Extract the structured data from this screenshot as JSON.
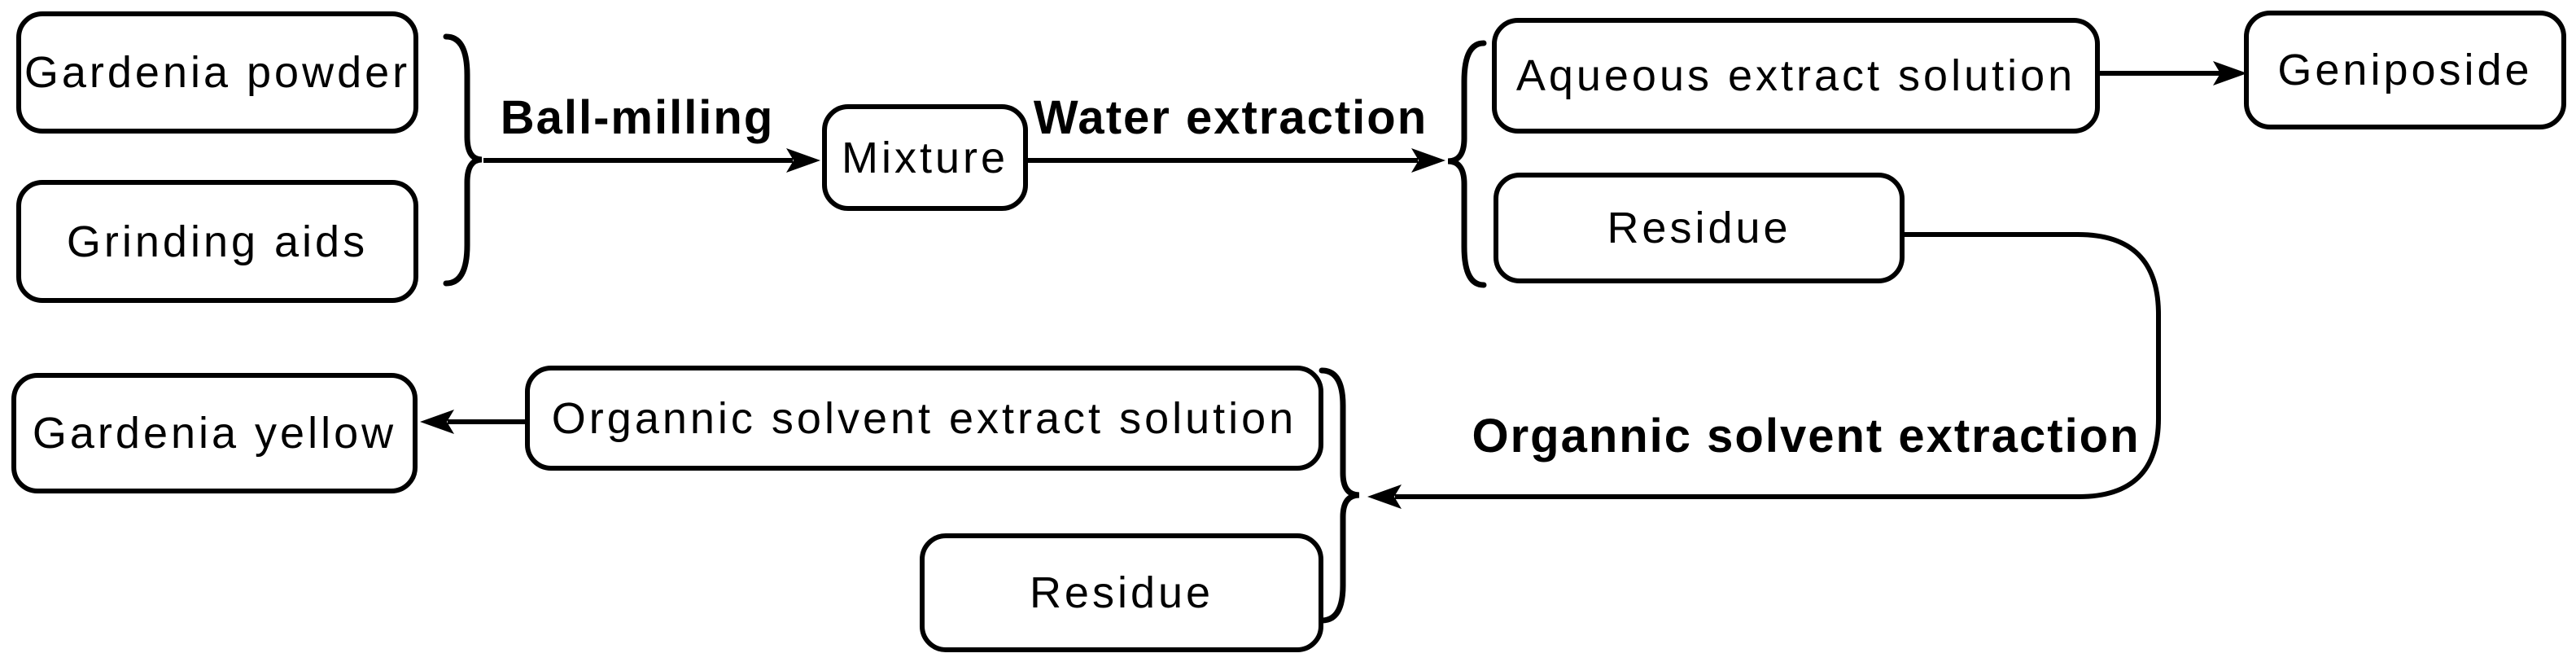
{
  "colors": {
    "ink": "#000000",
    "background": "#ffffff"
  },
  "nodes": {
    "gardenia_powder": {
      "label": "Gardenia powder"
    },
    "grinding_aids": {
      "label": "Grinding aids"
    },
    "mixture": {
      "label": "Mixture"
    },
    "aqueous_extract": {
      "label": "Aqueous extract solution"
    },
    "residue_1": {
      "label": "Residue"
    },
    "geniposide": {
      "label": "Geniposide"
    },
    "organnic_extract": {
      "label": "Organnic solvent extract solution"
    },
    "residue_2": {
      "label": "Residue"
    },
    "gardenia_yellow": {
      "label": "Gardenia yellow"
    }
  },
  "process_labels": {
    "ball_milling": "Ball-milling",
    "water_extraction": "Water extraction",
    "organic_extraction": "Organnic solvent extraction"
  },
  "edges": [
    {
      "from": [
        "gardenia_powder",
        "grinding_aids"
      ],
      "label": "Ball-milling",
      "to": [
        "mixture"
      ]
    },
    {
      "from": [
        "mixture"
      ],
      "label": "Water extraction",
      "to": [
        "aqueous_extract",
        "residue_1"
      ]
    },
    {
      "from": [
        "aqueous_extract"
      ],
      "label": "",
      "to": [
        "geniposide"
      ]
    },
    {
      "from": [
        "residue_1"
      ],
      "label": "Organnic solvent extraction",
      "to": [
        "organnic_extract",
        "residue_2"
      ]
    },
    {
      "from": [
        "organnic_extract"
      ],
      "label": "",
      "to": [
        "gardenia_yellow"
      ]
    }
  ]
}
